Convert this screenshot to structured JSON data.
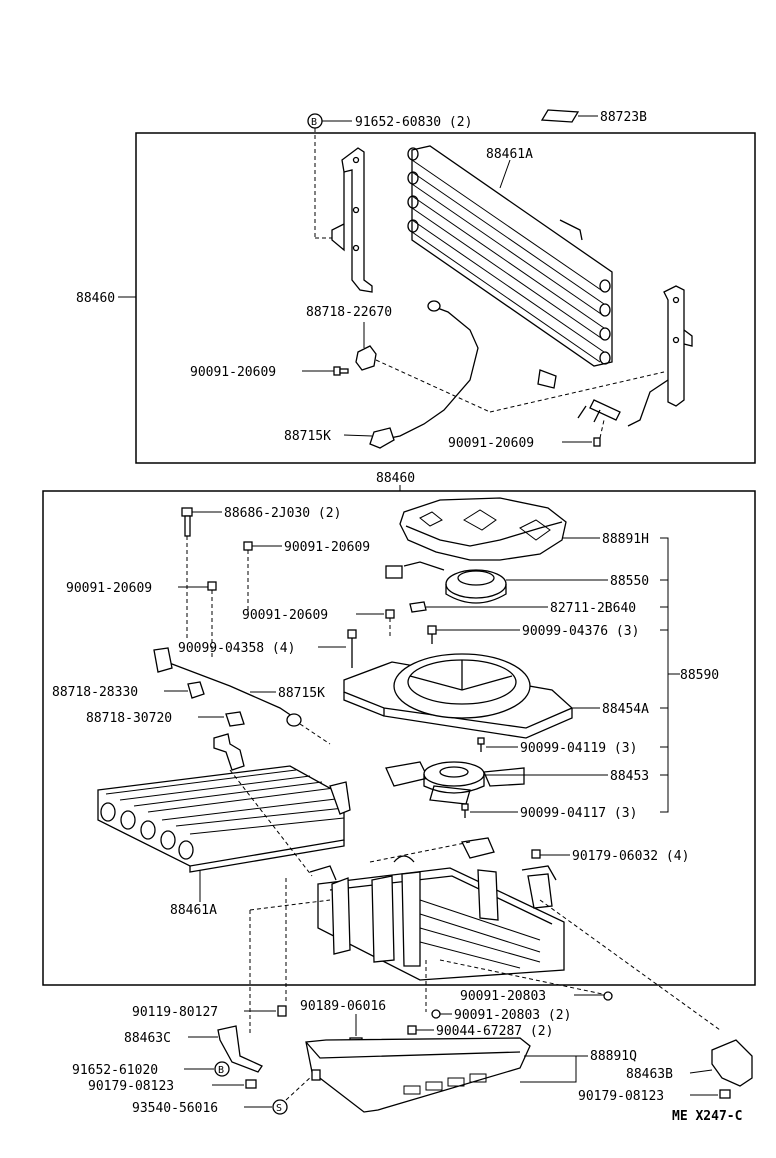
{
  "figure_code": "ME X247-C",
  "assemblies": {
    "upper": "88460",
    "lower": "88460",
    "fan_assy": "88590"
  },
  "labels": {
    "p_91652_60830": "91652-60830 (2)",
    "p_88723B": "88723B",
    "p_88461A_top": "88461A",
    "p_88718_22670": "88718-22670",
    "p_90091_20609_a": "90091-20609",
    "p_88715K_top": "88715K",
    "p_90091_20609_b": "90091-20609",
    "p_88686_2J030": "88686-2J030 (2)",
    "p_90091_20609_c": "90091-20609",
    "p_88891H": "88891H",
    "p_90091_20609_d": "90091-20609",
    "p_88550": "88550",
    "p_90091_20609_e": "90091-20609",
    "p_82711_2B640": "82711-2B640",
    "p_90099_04376": "90099-04376 (3)",
    "p_90099_04358": "90099-04358 (4)",
    "p_88718_28330": "88718-28330",
    "p_88715K_low": "88715K",
    "p_88718_30720": "88718-30720",
    "p_88454A": "88454A",
    "p_90099_04119": "90099-04119 (3)",
    "p_88453": "88453",
    "p_90099_04117": "90099-04117 (3)",
    "p_90179_06032": "90179-06032 (4)",
    "p_88461A_low": "88461A",
    "p_90119_80127": "90119-80127",
    "p_90189_06016": "90189-06016",
    "p_90091_20803_a": "90091-20803",
    "p_90091_20803_b": "90091-20803 (2)",
    "p_88463C": "88463C",
    "p_90044_67287": "90044-67287 (2)",
    "p_88891Q": "88891Q",
    "p_91652_61020": "91652-61020",
    "p_88463B": "88463B",
    "p_90179_08123_a": "90179-08123",
    "p_90179_08123_b": "90179-08123",
    "p_93540_56016": "93540-56016"
  },
  "markers": {
    "b": "B",
    "s": "S"
  }
}
